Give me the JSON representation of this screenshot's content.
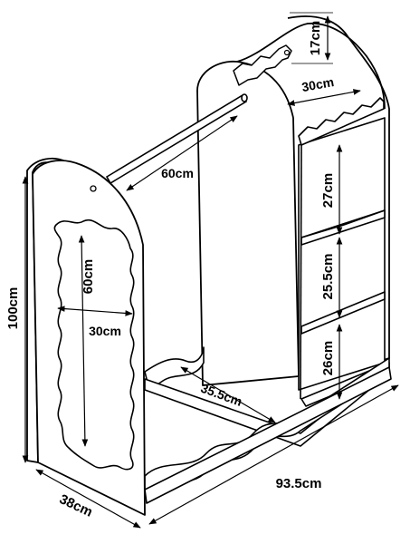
{
  "dimensions": {
    "top_height": "17cm",
    "top_width": "30cm",
    "rail_length": "60cm",
    "shelf_gap_1": "27cm",
    "shelf_gap_2": "25.5cm",
    "shelf_gap_3": "26cm",
    "mirror_height": "60cm",
    "mirror_width": "30cm",
    "base_depth_inner": "35.5cm",
    "total_width": "93.5cm",
    "total_height": "100cm",
    "total_depth": "38cm"
  }
}
